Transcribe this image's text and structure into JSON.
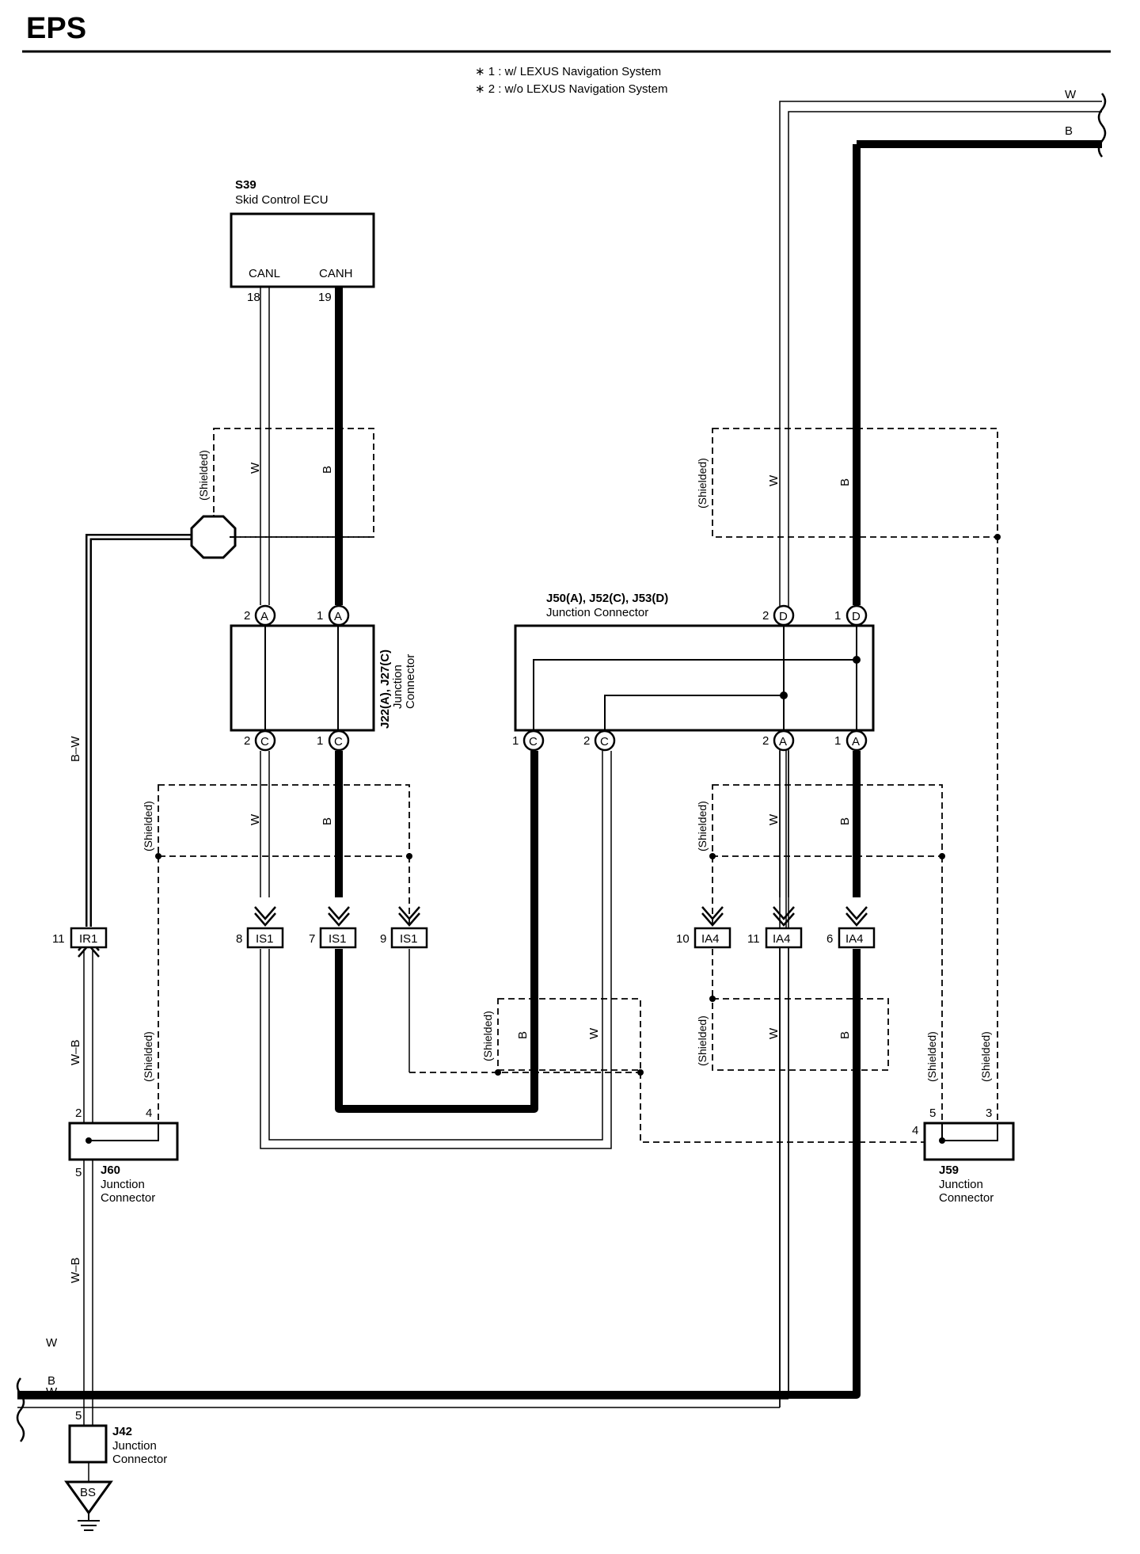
{
  "title": "EPS",
  "notes": [
    "∗ 1 : w/ LEXUS Navigation System",
    "∗ 2 : w/o LEXUS Navigation System"
  ],
  "components": {
    "s39": {
      "id": "S39",
      "name": "Skid Control ECU",
      "pin_canl": "CANL",
      "pin_canh": "CANH",
      "pin_canl_no": "18",
      "pin_canh_no": "19"
    },
    "j22": {
      "id": "J22(A), J27(C)",
      "name1": "Junction",
      "name2": "Connector"
    },
    "j50": {
      "id": "J50(A), J52(C), J53(D)",
      "name": "Junction Connector"
    },
    "j60": {
      "id": "J60",
      "name1": "Junction",
      "name2": "Connector"
    },
    "j59": {
      "id": "J59",
      "name1": "Junction",
      "name2": "Connector"
    },
    "j42": {
      "id": "J42",
      "name1": "Junction",
      "name2": "Connector"
    },
    "ground": "BS"
  },
  "connectors": {
    "ir1": {
      "label": "IR1",
      "pin": "11"
    },
    "is1_8": {
      "label": "IS1",
      "pin": "8"
    },
    "is1_7": {
      "label": "IS1",
      "pin": "7"
    },
    "is1_9": {
      "label": "IS1",
      "pin": "9"
    },
    "ia4_10": {
      "label": "IA4",
      "pin": "10"
    },
    "ia4_11": {
      "label": "IA4",
      "pin": "11"
    },
    "ia4_6": {
      "label": "IA4",
      "pin": "6"
    }
  },
  "pins": {
    "a": "A",
    "c": "C",
    "d": "D",
    "n1": "1",
    "n2": "2",
    "n3": "3",
    "n4": "4",
    "n5": "5"
  },
  "wires": {
    "w": "W",
    "b": "B",
    "bw": "B–W",
    "wb": "W–B"
  },
  "shielded": "(Shielded)"
}
